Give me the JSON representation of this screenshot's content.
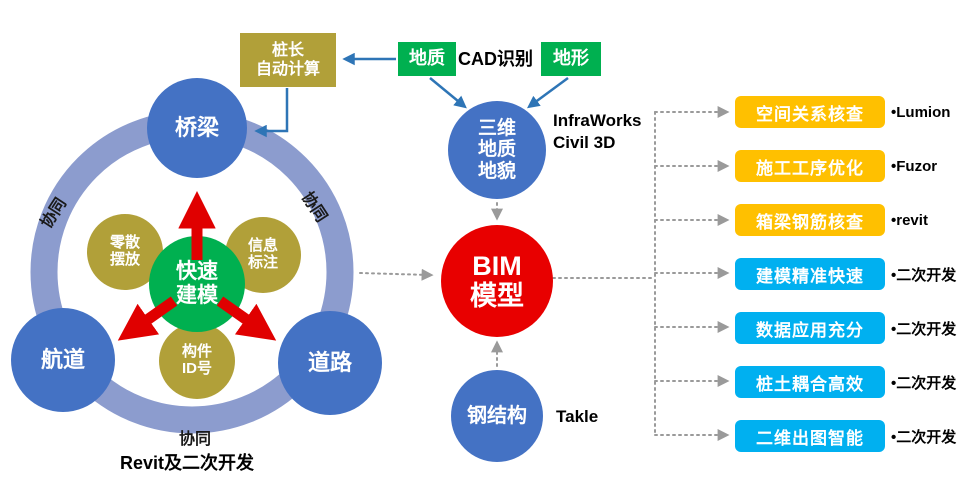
{
  "top": {
    "pile_box": "桩长\n自动计算",
    "geology_box": "地质",
    "cad_label": "CAD识别",
    "terrain_box": "地形"
  },
  "left_cluster": {
    "bridge": "桥梁",
    "channel": "航道",
    "road": "道路",
    "center": "快速\n建模",
    "scatter": "零散\n摆放",
    "annotate": "信息\n标注",
    "component_id": "构件\nID号",
    "collab_left": "协同",
    "collab_right": "协同",
    "collab_bottom": "协同",
    "footer": "Revit及二次开发"
  },
  "middle": {
    "terrain_circle": "三维\n地质\n地貌",
    "terrain_tools": "InfraWorks\nCivil 3D",
    "bim": "BIM\n模型",
    "steel": "钢结构",
    "steel_tool": "Takle"
  },
  "outputs": [
    {
      "label": "空间关系核查",
      "tool": "•Lumion",
      "color": "#FFC000"
    },
    {
      "label": "施工工序优化",
      "tool": "•Fuzor",
      "color": "#FFC000"
    },
    {
      "label": "箱梁钢筋核查",
      "tool": "•revit",
      "color": "#FFC000"
    },
    {
      "label": "建模精准快速",
      "tool": "•二次开发",
      "color": "#00B0F0"
    },
    {
      "label": "数据应用充分",
      "tool": "•二次开发",
      "color": "#00B0F0"
    },
    {
      "label": "桩土耦合高效",
      "tool": "•二次开发",
      "color": "#00B0F0"
    },
    {
      "label": "二维出图智能",
      "tool": "•二次开发",
      "color": "#00B0F0"
    }
  ],
  "colors": {
    "blue_circle": "#4472C4",
    "green": "#00B050",
    "olive": "#B1A039",
    "red": "#E80000",
    "ring": "#8C9CCE",
    "orange_box": "#FFC000",
    "cyan_box": "#00B0F0"
  }
}
